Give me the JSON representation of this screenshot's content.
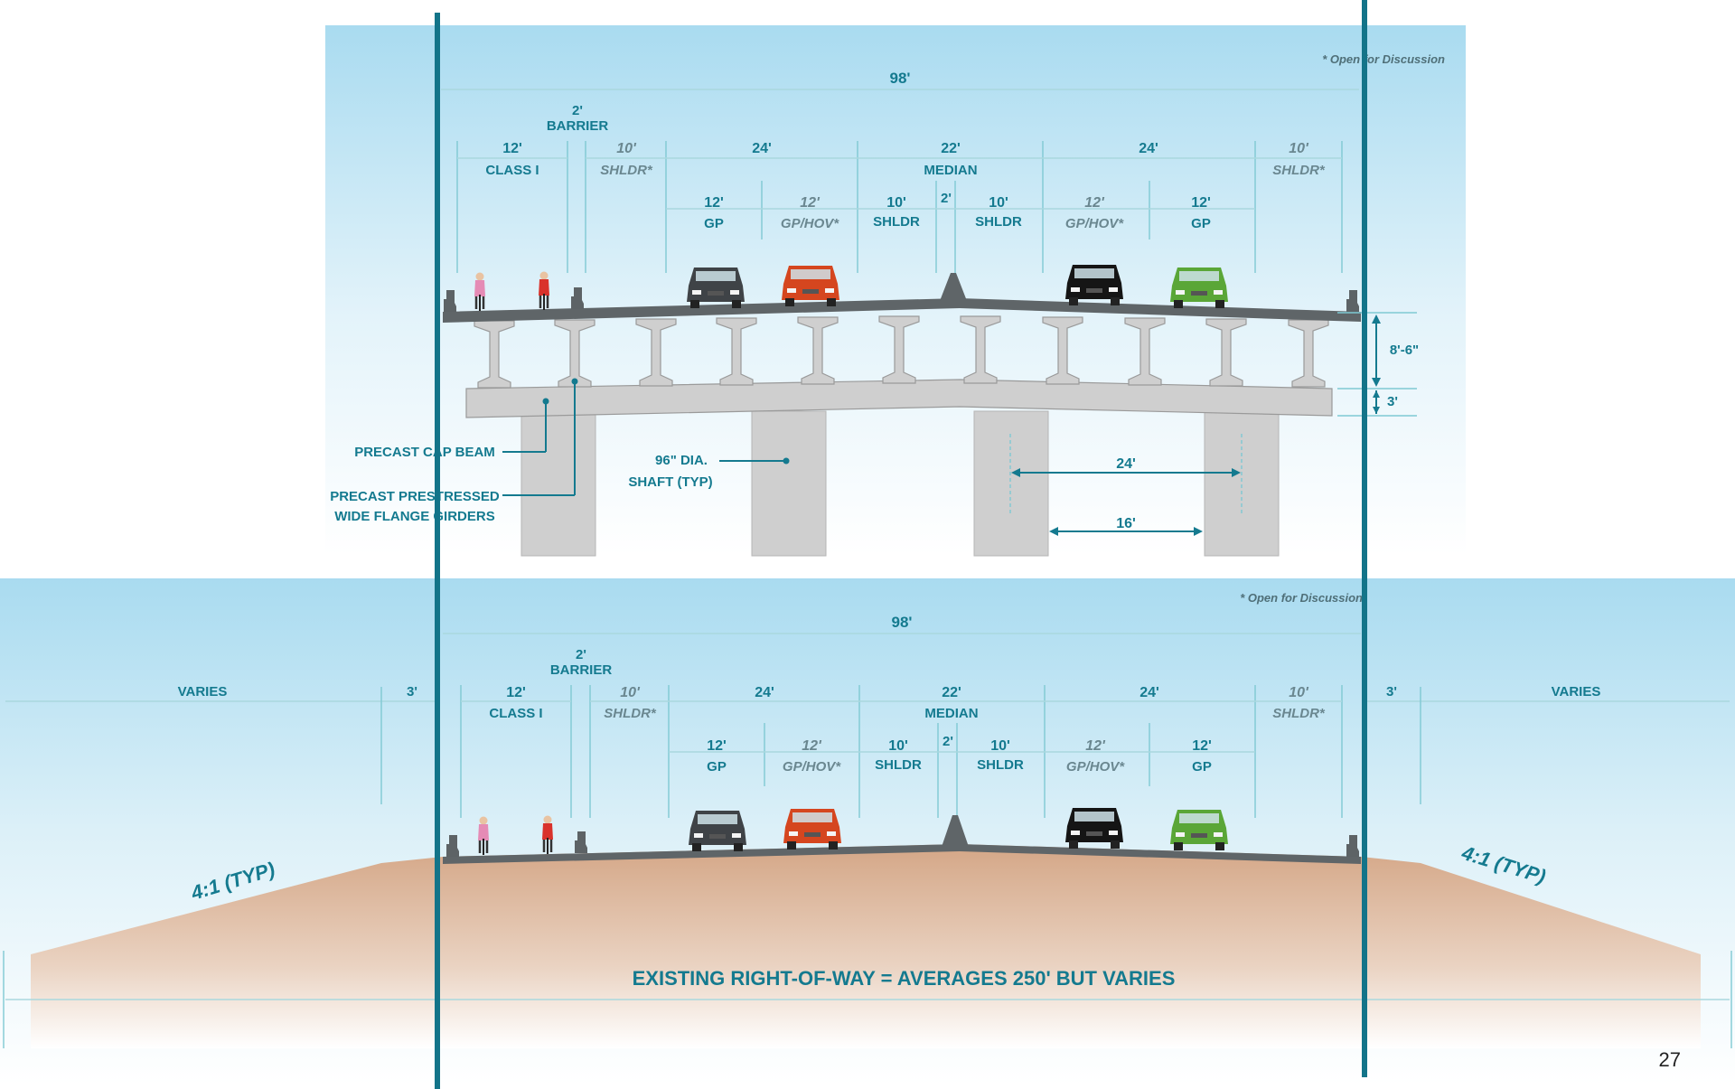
{
  "page_number": "27",
  "colors": {
    "accent": "#147a8f",
    "concrete": "#cfcfcf",
    "earth": "#d7ad8f",
    "sky": "#bfe4f3"
  },
  "top_section": {
    "note": "* Open for Discussion",
    "overall_width": "98'",
    "barrier": {
      "width": "2'",
      "label": "BARRIER"
    },
    "lane_groups": [
      {
        "width": "12'",
        "label": "CLASS I",
        "style": "normal"
      },
      {
        "width": "10'",
        "label": "SHLDR*",
        "style": "optional"
      },
      {
        "width": "24'",
        "label": "",
        "style": "normal"
      },
      {
        "width": "22'",
        "label": "MEDIAN",
        "style": "normal"
      },
      {
        "width": "24'",
        "label": "",
        "style": "normal"
      },
      {
        "width": "10'",
        "label": "SHLDR*",
        "style": "optional"
      }
    ],
    "lanes": [
      {
        "width": "12'",
        "label": "GP",
        "style": "normal"
      },
      {
        "width": "12'",
        "label": "GP/HOV*",
        "style": "optional"
      },
      {
        "width": "10'",
        "label": "SHLDR",
        "style": "normal"
      },
      {
        "width": "2'",
        "label": "",
        "style": "normal"
      },
      {
        "width": "10'",
        "label": "SHLDR",
        "style": "normal"
      },
      {
        "width": "12'",
        "label": "GP/HOV*",
        "style": "optional"
      },
      {
        "width": "12'",
        "label": "GP",
        "style": "normal"
      }
    ],
    "girder_depth": "8'-6\"",
    "cap_depth": "3'",
    "callouts": {
      "cap_beam": "PRECAST CAP BEAM",
      "girders_line1": "PRECAST PRESTRESSED",
      "girders_line2": "WIDE FLANGE GIRDERS",
      "shaft_line1": "96\" DIA.",
      "shaft_line2": "SHAFT (TYP)"
    },
    "column_spacing_outer": "24'",
    "column_spacing_inner": "16'"
  },
  "bottom_section": {
    "note": "* Open for Discussion",
    "overall_width": "98'",
    "barrier": {
      "width": "2'",
      "label": "BARRIER"
    },
    "side_left": {
      "varies": "VARIES",
      "offset": "3'"
    },
    "side_right": {
      "varies": "VARIES",
      "offset": "3'"
    },
    "lane_groups": [
      {
        "width": "12'",
        "label": "CLASS I",
        "style": "normal"
      },
      {
        "width": "10'",
        "label": "SHLDR*",
        "style": "optional"
      },
      {
        "width": "24'",
        "label": "",
        "style": "normal"
      },
      {
        "width": "22'",
        "label": "MEDIAN",
        "style": "normal"
      },
      {
        "width": "24'",
        "label": "",
        "style": "normal"
      },
      {
        "width": "10'",
        "label": "SHLDR*",
        "style": "optional"
      }
    ],
    "lanes": [
      {
        "width": "12'",
        "label": "GP",
        "style": "normal"
      },
      {
        "width": "12'",
        "label": "GP/HOV*",
        "style": "optional"
      },
      {
        "width": "10'",
        "label": "SHLDR",
        "style": "normal"
      },
      {
        "width": "2'",
        "label": "",
        "style": "normal"
      },
      {
        "width": "10'",
        "label": "SHLDR",
        "style": "normal"
      },
      {
        "width": "12'",
        "label": "GP/HOV*",
        "style": "optional"
      },
      {
        "width": "12'",
        "label": "GP",
        "style": "normal"
      }
    ],
    "slope_left": "4:1 (TYP)",
    "slope_right": "4:1 (TYP)",
    "right_of_way": "EXISTING RIGHT-OF-WAY = AVERAGES 250' BUT VARIES"
  }
}
